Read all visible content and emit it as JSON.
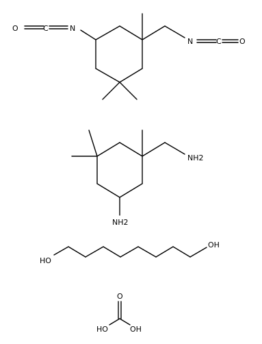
{
  "molecules": [
    {
      "labels": {
        "n_left": "N",
        "o_left": "O",
        "c_left": "C",
        "n_right": "N",
        "c_right": "C",
        "o_right": "O"
      }
    },
    {
      "labels": {
        "nh2_side": "NH2",
        "nh2_ring": "NH2"
      }
    },
    {
      "labels": {
        "oh_left": "HO",
        "oh_right": "OH"
      }
    },
    {
      "labels": {
        "o_top": "O",
        "oh_left": "HO",
        "oh_right": "OH"
      }
    }
  ]
}
